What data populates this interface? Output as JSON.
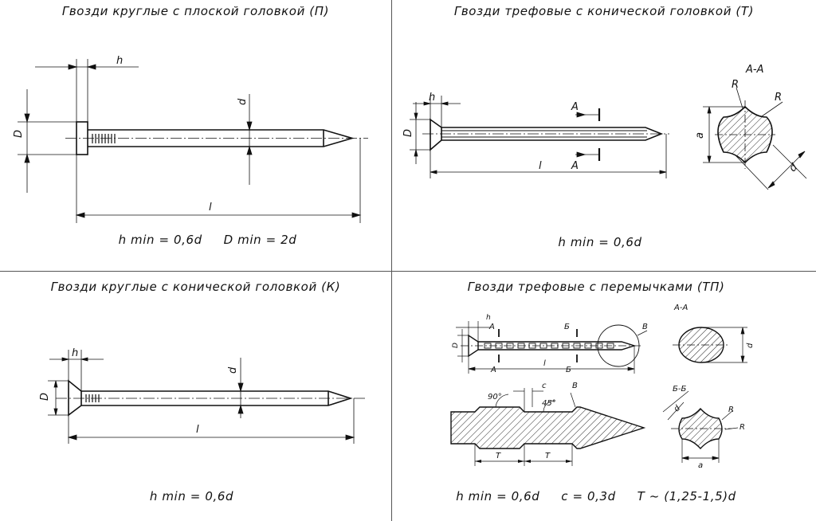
{
  "panels": [
    {
      "id": "round-flat",
      "title": "Гвозди круглые с плоской головкой (П)",
      "formula": "h min = 0,6d     D min = 2d",
      "labels": {
        "h": "h",
        "d": "d",
        "D": "D",
        "l": "l"
      }
    },
    {
      "id": "trefoil-conical",
      "title": "Гвозди трефовые с конической головкой (Т)",
      "formula": "h min = 0,6d",
      "labels": {
        "h": "h",
        "D": "D",
        "l": "l",
        "A_top": "A",
        "A_bottom": "A",
        "section": "А-А",
        "R1": "R",
        "R2": "R",
        "a": "a",
        "d": "d"
      }
    },
    {
      "id": "round-conical",
      "title": "Гвозди круглые с конической головкой (К)",
      "formula": "h min = 0,6d",
      "labels": {
        "h": "h",
        "d": "d",
        "D": "D",
        "l": "l"
      }
    },
    {
      "id": "trefoil-jumpers",
      "title": "Гвозди трефовые с перемычками (ТП)",
      "formula": "h min = 0,6d     c = 0,3d     T ~ (1,25-1,5)d",
      "labels": {
        "h": "h",
        "D": "D",
        "l": "l",
        "A_top": "A",
        "A_bottom": "A",
        "B_top": "Б",
        "B_bottom": "Б",
        "V": "В",
        "section_aa": "А-А",
        "section_bb": "Б-Б",
        "detail_v": "В",
        "angle90": "90°",
        "angle45": "45°",
        "c": "c",
        "T1": "T",
        "T2": "T",
        "d_aa": "d",
        "d_bb": "d",
        "R1": "R",
        "R2": "R",
        "a": "a"
      }
    }
  ]
}
